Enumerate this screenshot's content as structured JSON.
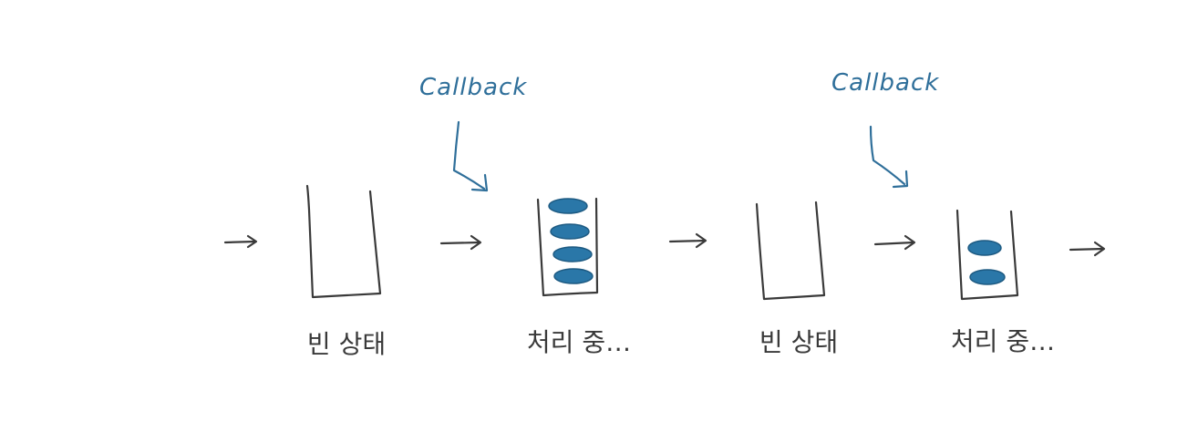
{
  "diagram": {
    "callback_labels": [
      "Callback",
      "Callback"
    ],
    "states": [
      {
        "label": "빈 상태",
        "items": 0
      },
      {
        "label": "처리 중…",
        "items": 4
      },
      {
        "label": "빈 상태",
        "items": 0
      },
      {
        "label": "처리 중…",
        "items": 2
      }
    ],
    "colors": {
      "ink": "#3a3a3a",
      "callback": "#2f6f9a",
      "item_fill": "#2a77a8"
    }
  }
}
